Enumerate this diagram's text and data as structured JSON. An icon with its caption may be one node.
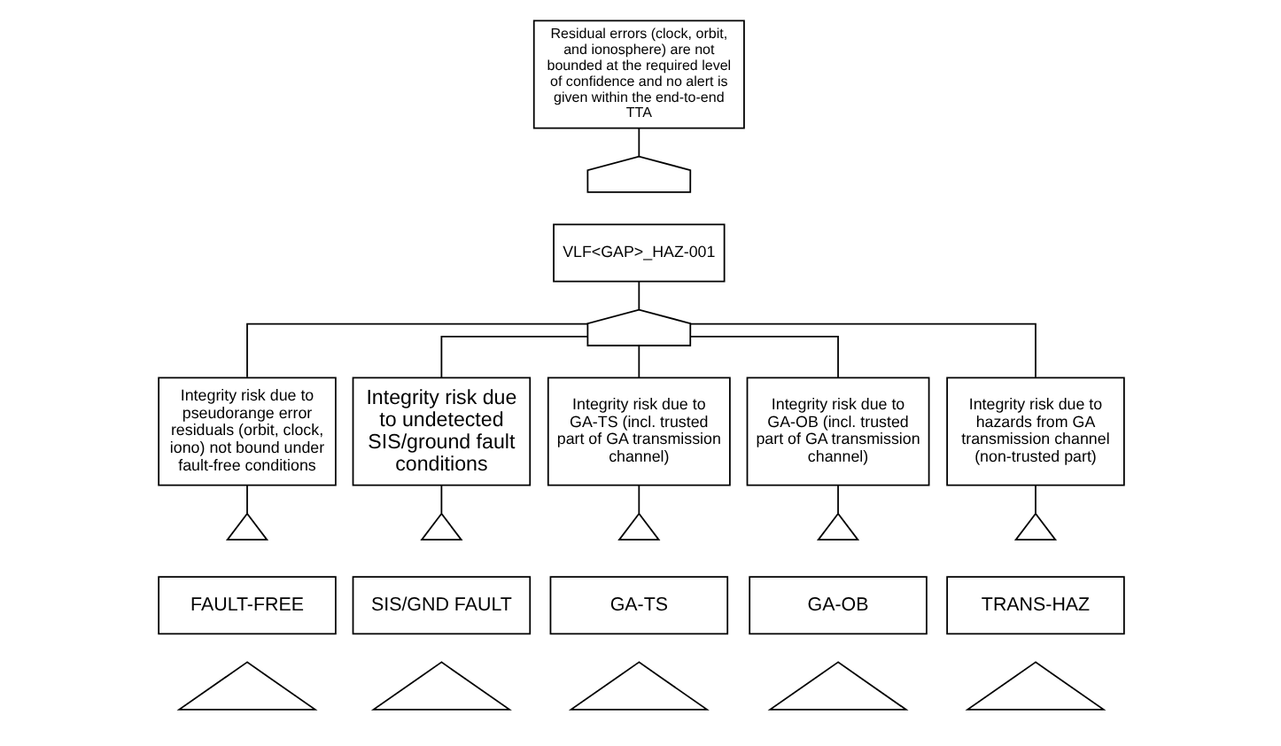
{
  "diagram": {
    "nodes": [
      {
        "text": [
          "Residual errors (clock, orbit, and ionosphere) are not bounded at the required level of confidence and no alert is given within the end-to-end TTA"
        ]
      },
      {
        "text": [],
        "shape": "gate"
      },
      {
        "text": [
          "VLF<GAP>_HAZ-001"
        ]
      },
      {
        "text": [],
        "shape": "gate"
      },
      {
        "text": [
          "Integrity risk due to pseudorange error residuals (orbit, clock, iono) not bound under fault-free conditions"
        ]
      },
      {
        "text": [
          "Integrity risk due to undetected SIS/ground fault conditions"
        ]
      },
      {
        "text": [
          "Integrity risk due to GA-TS (incl. trusted part of GA transmission channel)"
        ]
      },
      {
        "text": [
          "Integrity risk due to GA-OB (incl. trusted part of GA transmission channel)"
        ]
      },
      {
        "text": [
          "Integrity risk due to hazards from GA transmission channel (non-trusted part)"
        ]
      },
      {
        "text": [],
        "shape": "triangle"
      },
      {
        "text": [],
        "shape": "triangle"
      },
      {
        "text": [],
        "shape": "triangle"
      },
      {
        "text": [],
        "shape": "triangle"
      },
      {
        "text": [],
        "shape": "triangle"
      },
      {
        "text": [
          "FAULT-FREE"
        ]
      },
      {
        "text": [
          "SIS/GND FAULT"
        ]
      },
      {
        "text": [
          "GA-TS"
        ]
      },
      {
        "text": [
          "GA-OB"
        ]
      },
      {
        "text": [
          "TRANS-HAZ"
        ]
      },
      {
        "text": [],
        "shape": "triangle"
      },
      {
        "text": [],
        "shape": "triangle"
      },
      {
        "text": [],
        "shape": "triangle"
      },
      {
        "text": [],
        "shape": "triangle"
      },
      {
        "text": [],
        "shape": "triangle"
      }
    ],
    "edges": [
      {
        "from": 0,
        "to": 1,
        "arrow": "none"
      },
      {
        "from": 2,
        "to": 3,
        "arrow": "none"
      },
      {
        "from": 3,
        "to": 4,
        "arrow": "none"
      },
      {
        "from": 3,
        "to": 5,
        "arrow": "none"
      },
      {
        "from": 3,
        "to": 6,
        "arrow": "none"
      },
      {
        "from": 3,
        "to": 7,
        "arrow": "none"
      },
      {
        "from": 3,
        "to": 8,
        "arrow": "none"
      },
      {
        "from": 4,
        "to": 9,
        "arrow": "none"
      },
      {
        "from": 5,
        "to": 10,
        "arrow": "none"
      },
      {
        "from": 6,
        "to": 11,
        "arrow": "none"
      },
      {
        "from": 7,
        "to": 12,
        "arrow": "none"
      },
      {
        "from": 8,
        "to": 13,
        "arrow": "none"
      }
    ]
  }
}
